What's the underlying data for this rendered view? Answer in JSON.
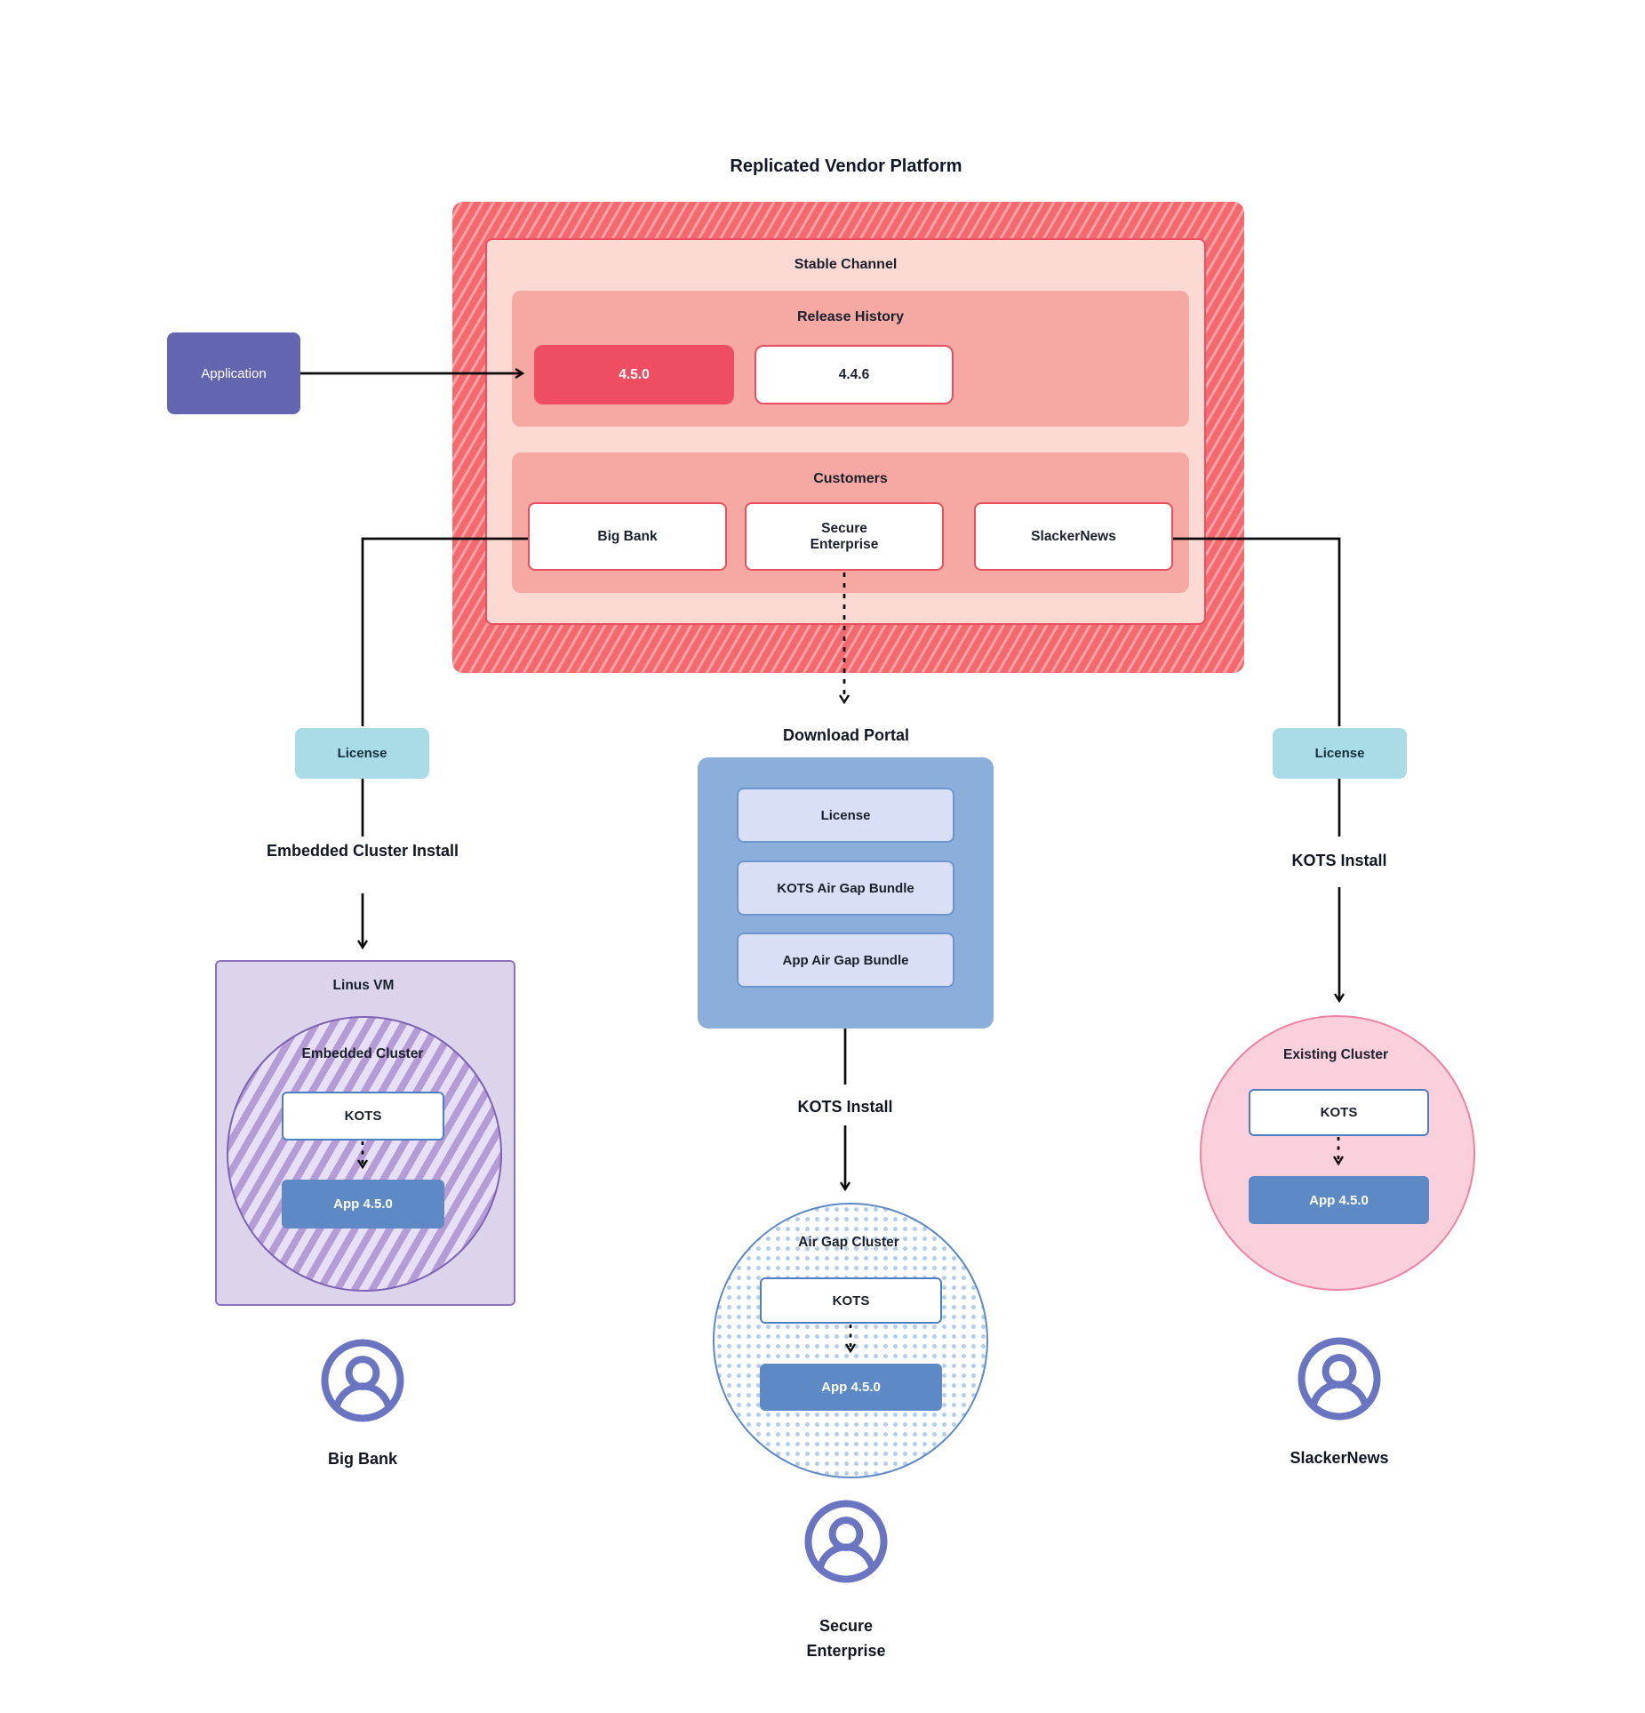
{
  "title": "Replicated Vendor Platform",
  "platform": {
    "channel_label": "Stable Channel",
    "release_history_label": "Release History",
    "releases": [
      {
        "version": "4.5.0",
        "highlighted": true
      },
      {
        "version": "4.4.6",
        "highlighted": false
      }
    ],
    "customers_label": "Customers",
    "customers": [
      {
        "name": "Big Bank"
      },
      {
        "name": "Secure Enterprise"
      },
      {
        "name": "SlackerNews"
      }
    ]
  },
  "application": {
    "label": "Application"
  },
  "left_branch": {
    "license_label": "License",
    "install_label": "Embedded Cluster Install",
    "vm_label": "Linus VM",
    "cluster_label": "Embedded Cluster",
    "kots_label": "KOTS",
    "app_label": "App 4.5.0",
    "user_label": "Big Bank"
  },
  "middle_branch": {
    "portal_label": "Download Portal",
    "portal_items": [
      {
        "label": "License"
      },
      {
        "label": "KOTS Air Gap Bundle"
      },
      {
        "label": "App Air Gap Bundle"
      }
    ],
    "install_label": "KOTS Install",
    "cluster_label": "Air Gap Cluster",
    "kots_label": "KOTS",
    "app_label": "App 4.5.0",
    "user_label": "Secure Enterprise"
  },
  "right_branch": {
    "license_label": "License",
    "install_label": "KOTS Install",
    "cluster_label": "Existing Cluster",
    "kots_label": "KOTS",
    "app_label": "App 4.5.0",
    "user_label": "SlackerNews"
  },
  "colors": {
    "hatch_red": "#f5696e",
    "hatch_red_light": "#f8a4a7",
    "channel_pink": "#fdd9d3",
    "section_salmon": "#f5a9a2",
    "release_red": "#ee4d62",
    "border_red": "#e8505f",
    "application_purple": "#6366ae",
    "license_teal": "#a9dce6",
    "portal_blue": "#8caeda",
    "portal_item_blue": "#d9dff4",
    "app_blue": "#5d89c4",
    "vm_lavender": "#dcd4ea",
    "vm_border_purple": "#8b72bc",
    "cluster_hatch_purple": "#b49dd6",
    "existing_pink": "#f9d0dc",
    "existing_border_pink": "#ee82a6",
    "user_icon_purple": "#6a75c2",
    "line_black": "#0b0b0b"
  }
}
